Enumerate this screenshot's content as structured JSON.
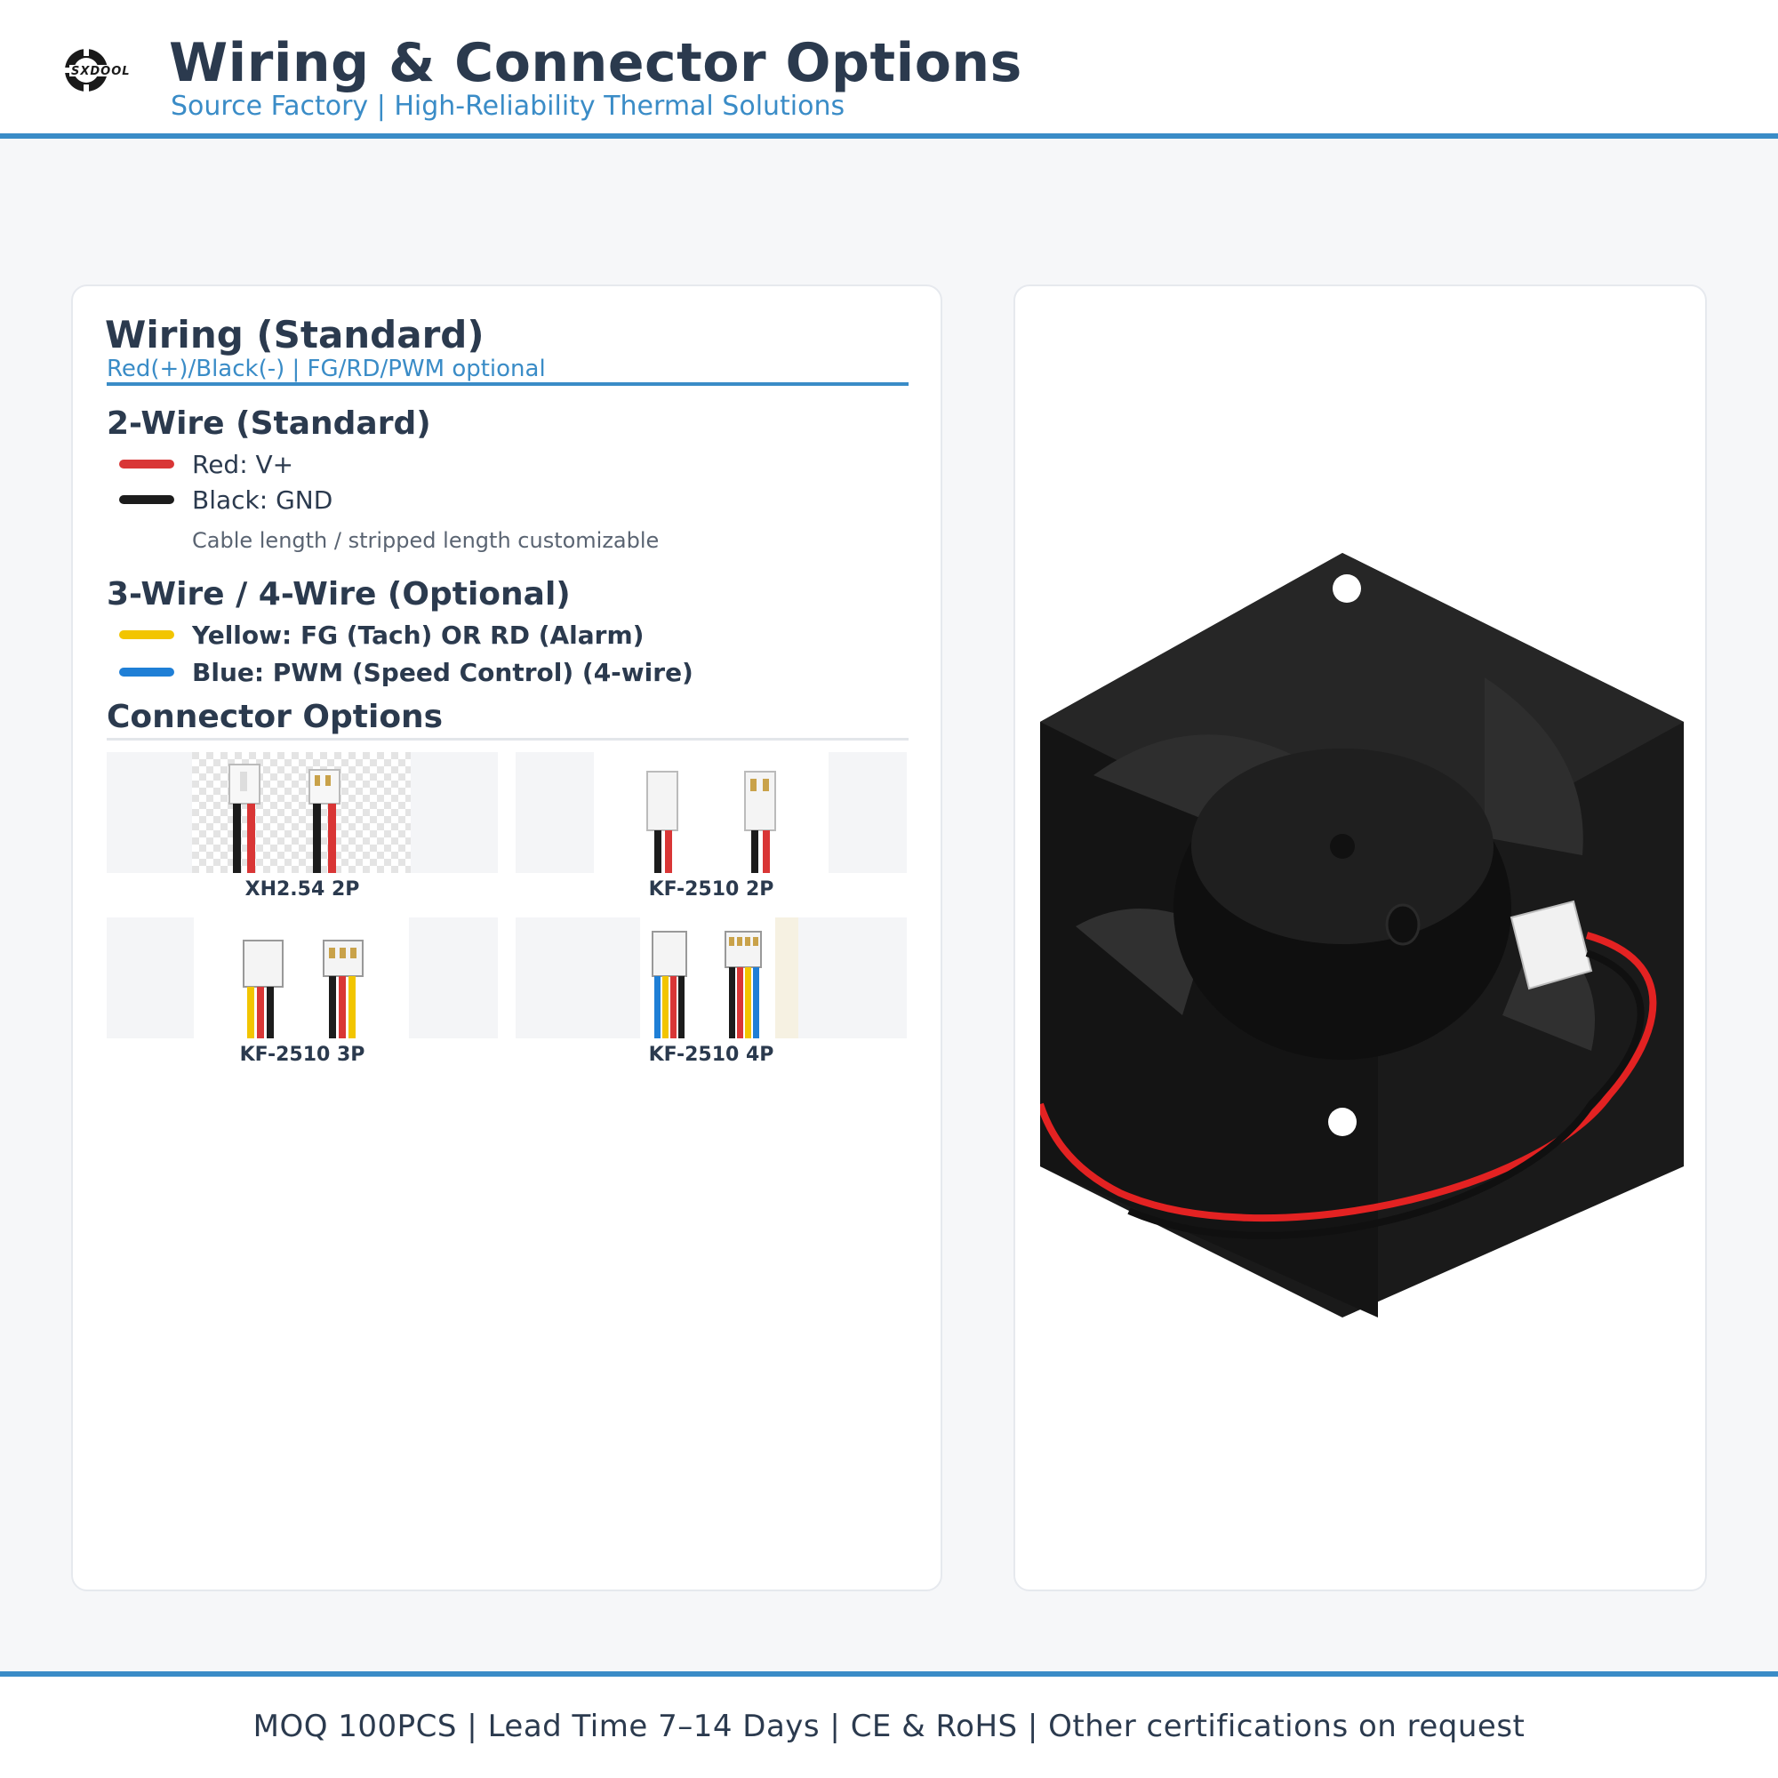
{
  "header": {
    "logo_text": "SXDOOL",
    "title": "Wiring & Connector Options",
    "subtitle": "Source Factory | High-Reliability Thermal Solutions"
  },
  "wiring": {
    "title": "Wiring (Standard)",
    "subtitle": "Red(+)/Black(-) | FG/RD/PWM optional",
    "two_wire": {
      "heading": "2-Wire (Standard)",
      "wires": [
        {
          "label": "Red: V+",
          "color": "#d93636"
        },
        {
          "label": "Black: GND",
          "color": "#1c1c1c"
        }
      ],
      "note": "Cable length / stripped length customizable"
    },
    "optional": {
      "heading": "3-Wire / 4-Wire (Optional)",
      "wires": [
        {
          "label": "Yellow: FG (Tach)  OR  RD (Alarm)",
          "color": "#f2c500"
        },
        {
          "label": "Blue: PWM (Speed Control) (4-wire)",
          "color": "#1f7fd6"
        }
      ]
    }
  },
  "connectors": {
    "heading": "Connector Options",
    "items": [
      {
        "label": "XH2.54 2P",
        "wire_colors": [
          "#1c1c1c",
          "#d93636"
        ]
      },
      {
        "label": "KF-2510 2P",
        "wire_colors": [
          "#1c1c1c",
          "#d93636"
        ]
      },
      {
        "label": "KF-2510 3P",
        "wire_colors": [
          "#f2c500",
          "#d93636",
          "#1c1c1c"
        ]
      },
      {
        "label": "KF-2510 4P",
        "wire_colors": [
          "#1f7fd6",
          "#f2c500",
          "#d93636",
          "#1c1c1c"
        ]
      }
    ]
  },
  "product_image": {
    "icon": "cooling-fan-icon"
  },
  "footer": {
    "text": "MOQ 100PCS  |  Lead Time 7–14 Days  |  CE & RoHS  |  Other certifications on request"
  },
  "colors": {
    "accent": "#3a8cc7",
    "heading": "#2b3a4e"
  }
}
